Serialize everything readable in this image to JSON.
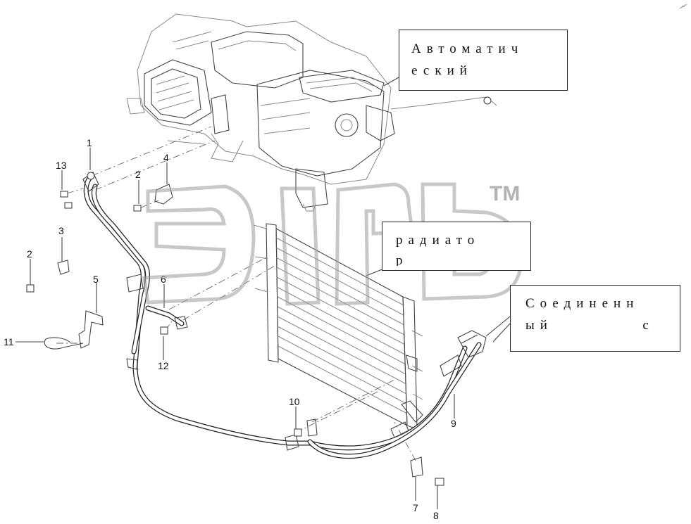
{
  "labels": {
    "auto_line1": "Автоматич",
    "auto_line2": "еский",
    "radiator_line1": "радиато",
    "radiator_line2": "р",
    "connected_line1": "Соединенн",
    "connected_line2": "ый          с"
  },
  "part_numbers": {
    "p1": "1",
    "p2a": "2",
    "p2b": "2",
    "p3": "3",
    "p4": "4",
    "p5": "5",
    "p6": "6",
    "p7": "7",
    "p8": "8",
    "p9": "9",
    "p10": "10",
    "p11": "11",
    "p12": "12",
    "p13": "13"
  },
  "watermark": {
    "tm": "TM"
  }
}
